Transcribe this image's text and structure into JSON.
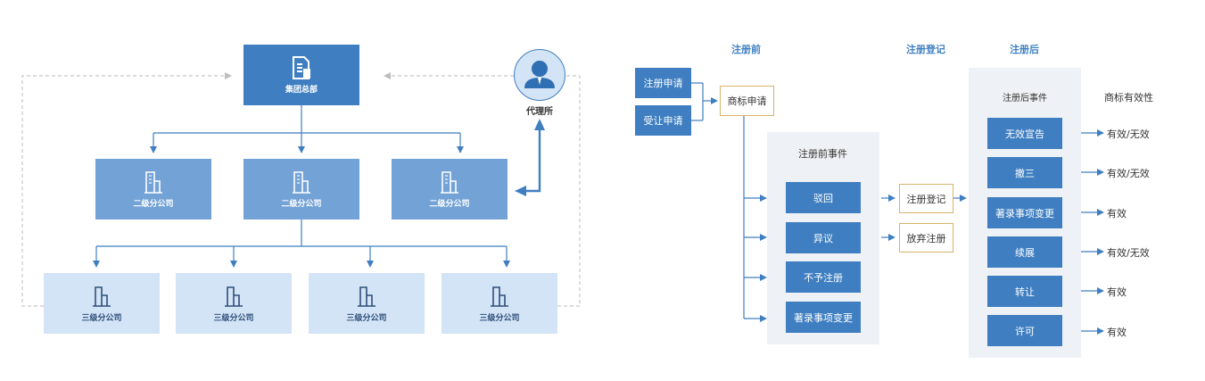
{
  "org": {
    "hq": "集团总部",
    "agent": "代理所",
    "level2": [
      "二级分公司",
      "二级分公司",
      "二级分公司"
    ],
    "level3": [
      "三级分公司",
      "三级分公司",
      "三级分公司",
      "三级分公司"
    ]
  },
  "flow": {
    "phases": {
      "before": "注册前",
      "registration": "注册登记",
      "after": "注册后"
    },
    "inputs": [
      "注册申请",
      "受让申请"
    ],
    "trademark_app": "商标申请",
    "pre_panel_title": "注册前事件",
    "pre_events": [
      "驳回",
      "异议",
      "不予注册",
      "著录事项变更"
    ],
    "outcomes": [
      "注册登记",
      "放弃注册"
    ],
    "post_panel_title": "注册后事件",
    "validity_header": "商标有效性",
    "post_events": [
      {
        "label": "无效宣告",
        "validity": "有效/无效"
      },
      {
        "label": "撤三",
        "validity": "有效/无效"
      },
      {
        "label": "著录事项变更",
        "validity": "有效"
      },
      {
        "label": "续展",
        "validity": "有效/无效"
      },
      {
        "label": "转让",
        "validity": "有效"
      },
      {
        "label": "许可",
        "validity": "有效"
      }
    ]
  },
  "colors": {
    "primary": "#3f7fc1",
    "level2": "#73a2d6",
    "level3": "#d3e4f6",
    "gold": "#d9b36a",
    "dashed": "#c8c8c8"
  }
}
